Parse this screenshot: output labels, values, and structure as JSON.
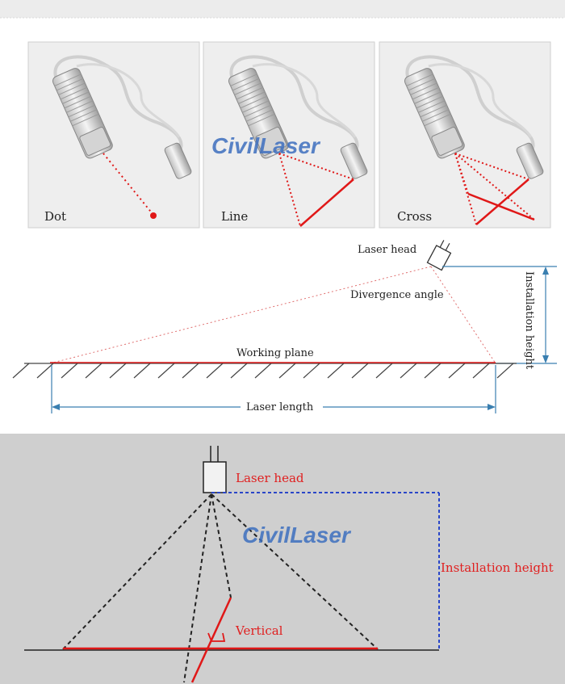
{
  "brand": "CivilLaser",
  "products": [
    {
      "label": "Dot"
    },
    {
      "label": "Line"
    },
    {
      "label": "Cross"
    }
  ],
  "diagram1": {
    "laser_head": "Laser head",
    "divergence": "Divergence angle",
    "working_plane": "Working plane",
    "installation_height": "Installation height",
    "laser_length": "Laser length"
  },
  "diagram2": {
    "laser_head": "Laser head",
    "installation_height": "Installation height",
    "vertical": "Vertical"
  },
  "colors": {
    "laser_red": "#e01818",
    "dimension_blue": "#3a7fb0",
    "brand_blue": "#3d6fbf",
    "bottom_bg": "#cfcfcf",
    "panel_bg": "#efefef"
  }
}
